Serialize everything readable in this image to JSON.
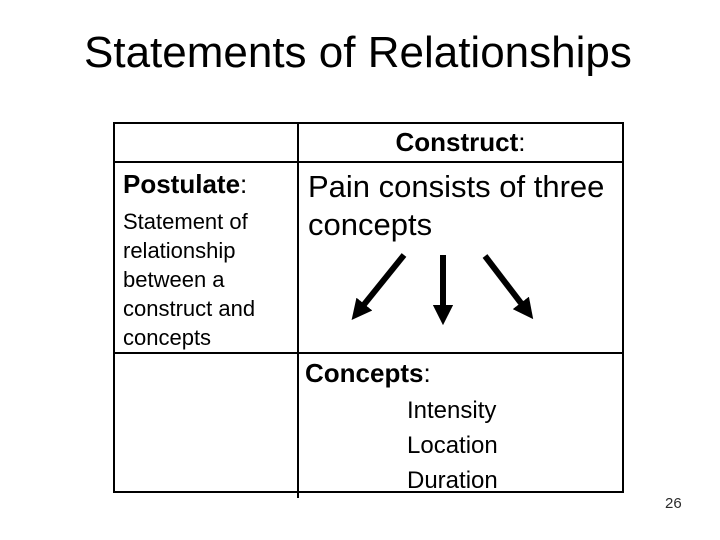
{
  "slide": {
    "title": "Statements of Relationships",
    "page_number": "26"
  },
  "table": {
    "construct": {
      "label": "Construct",
      "colon": ":"
    },
    "postulate": {
      "label": "Postulate",
      "colon": ":",
      "description": "Statement of\nrelationship\nbetween a\nconstruct and\nconcepts"
    },
    "construct_statement": "Pain consists of three\nconcepts",
    "concepts": {
      "label": "Concepts",
      "colon": ":",
      "items": [
        "Intensity",
        "Location",
        "Duration"
      ]
    }
  },
  "icons": {
    "arrows": [
      "arrow-down-left-icon",
      "arrow-down-icon",
      "arrow-down-right-icon"
    ]
  },
  "colors": {
    "background": "#ffffff",
    "text": "#000000",
    "border": "#000000"
  }
}
